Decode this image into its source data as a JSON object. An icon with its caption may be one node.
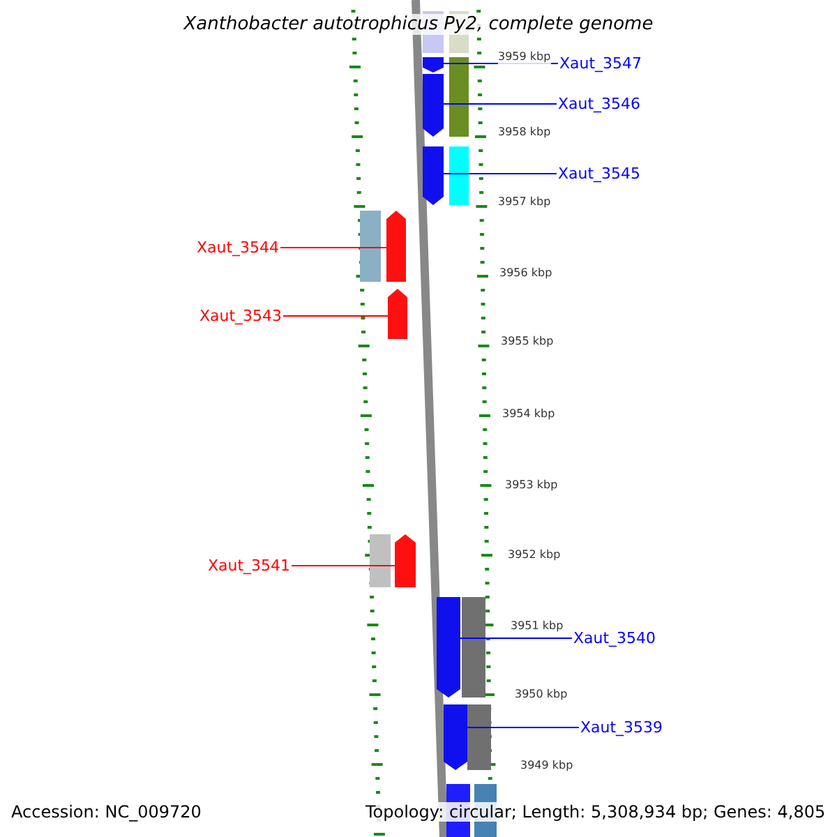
{
  "diagram": {
    "title": "Xanthobacter autotrophicus Py2, complete genome",
    "nodes": [
      {
        "text": [
          "Xaut_3547"
        ]
      },
      {
        "text": [],
        "shape": "bar"
      },
      {
        "text": [
          "Xaut_3546"
        ]
      },
      {
        "text": [],
        "shape": "bar"
      },
      {
        "text": [
          "Xaut_3545"
        ]
      },
      {
        "text": [],
        "shape": "bar"
      },
      {
        "text": [
          "Xaut_3544"
        ]
      },
      {
        "text": [],
        "shape": "bar"
      },
      {
        "text": [
          "Xaut_3543"
        ]
      },
      {
        "text": [],
        "shape": "bar"
      },
      {
        "text": [
          "Xaut_3541"
        ]
      },
      {
        "text": [],
        "shape": "bar"
      },
      {
        "text": [
          "Xaut_3540"
        ]
      },
      {
        "text": [],
        "shape": "bar"
      },
      {
        "text": [
          "Xaut_3539"
        ]
      },
      {
        "text": [],
        "shape": "bar"
      }
    ],
    "edges": [
      {
        "from": 0,
        "to": 1,
        "arrow": "none"
      },
      {
        "from": 2,
        "to": 3,
        "arrow": "none"
      },
      {
        "from": 4,
        "to": 5,
        "arrow": "none"
      },
      {
        "from": 6,
        "to": 7,
        "arrow": "none",
        "color": "#ff0000"
      },
      {
        "from": 8,
        "to": 9,
        "arrow": "none",
        "color": "#ff0000"
      },
      {
        "from": 10,
        "to": 11,
        "arrow": "none",
        "color": "#ff0000"
      },
      {
        "from": 12,
        "to": 13,
        "arrow": "none"
      },
      {
        "from": 14,
        "to": 15,
        "arrow": "none"
      }
    ],
    "labels": [
      "3959 kbp",
      "3958 kbp",
      "3957 kbp",
      "3956 kbp",
      "3955 kbp",
      "3954 kbp",
      "3953 kbp",
      "3952 kbp",
      "3951 kbp",
      "3950 kbp",
      "3949 kbp",
      "Accession: NC_009720",
      "Topology: circular; Length: 5,308,934 bp; Genes: 4,805"
    ]
  }
}
